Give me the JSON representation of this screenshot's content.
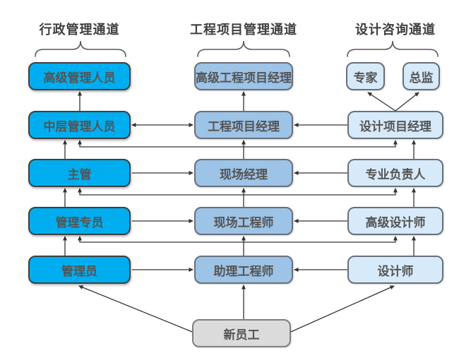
{
  "diagram": {
    "background_color": "#ffffff",
    "line_color": "#333333",
    "channels": [
      {
        "title": "行政管理通道",
        "box_color": "#00AEEF",
        "levels": [
          "高级管理人员",
          "中层管理人员",
          "主管",
          "管理专员",
          "管理员"
        ]
      },
      {
        "title": "工程项目管理通道",
        "box_color": "#9DC3E6",
        "levels": [
          "高级工程项目经理",
          "工程项目经理",
          "现场经理",
          "现场工程师",
          "助理工程师"
        ]
      },
      {
        "title": "设计咨询通道",
        "box_color": "#D7EAF9",
        "top_levels": [
          "专家",
          "总监"
        ],
        "levels": [
          "设计项目经理",
          "专业负责人",
          "高级设计师",
          "设计师"
        ]
      }
    ],
    "entry": {
      "label": "新员工",
      "box_color": "#DBDBDB"
    }
  }
}
